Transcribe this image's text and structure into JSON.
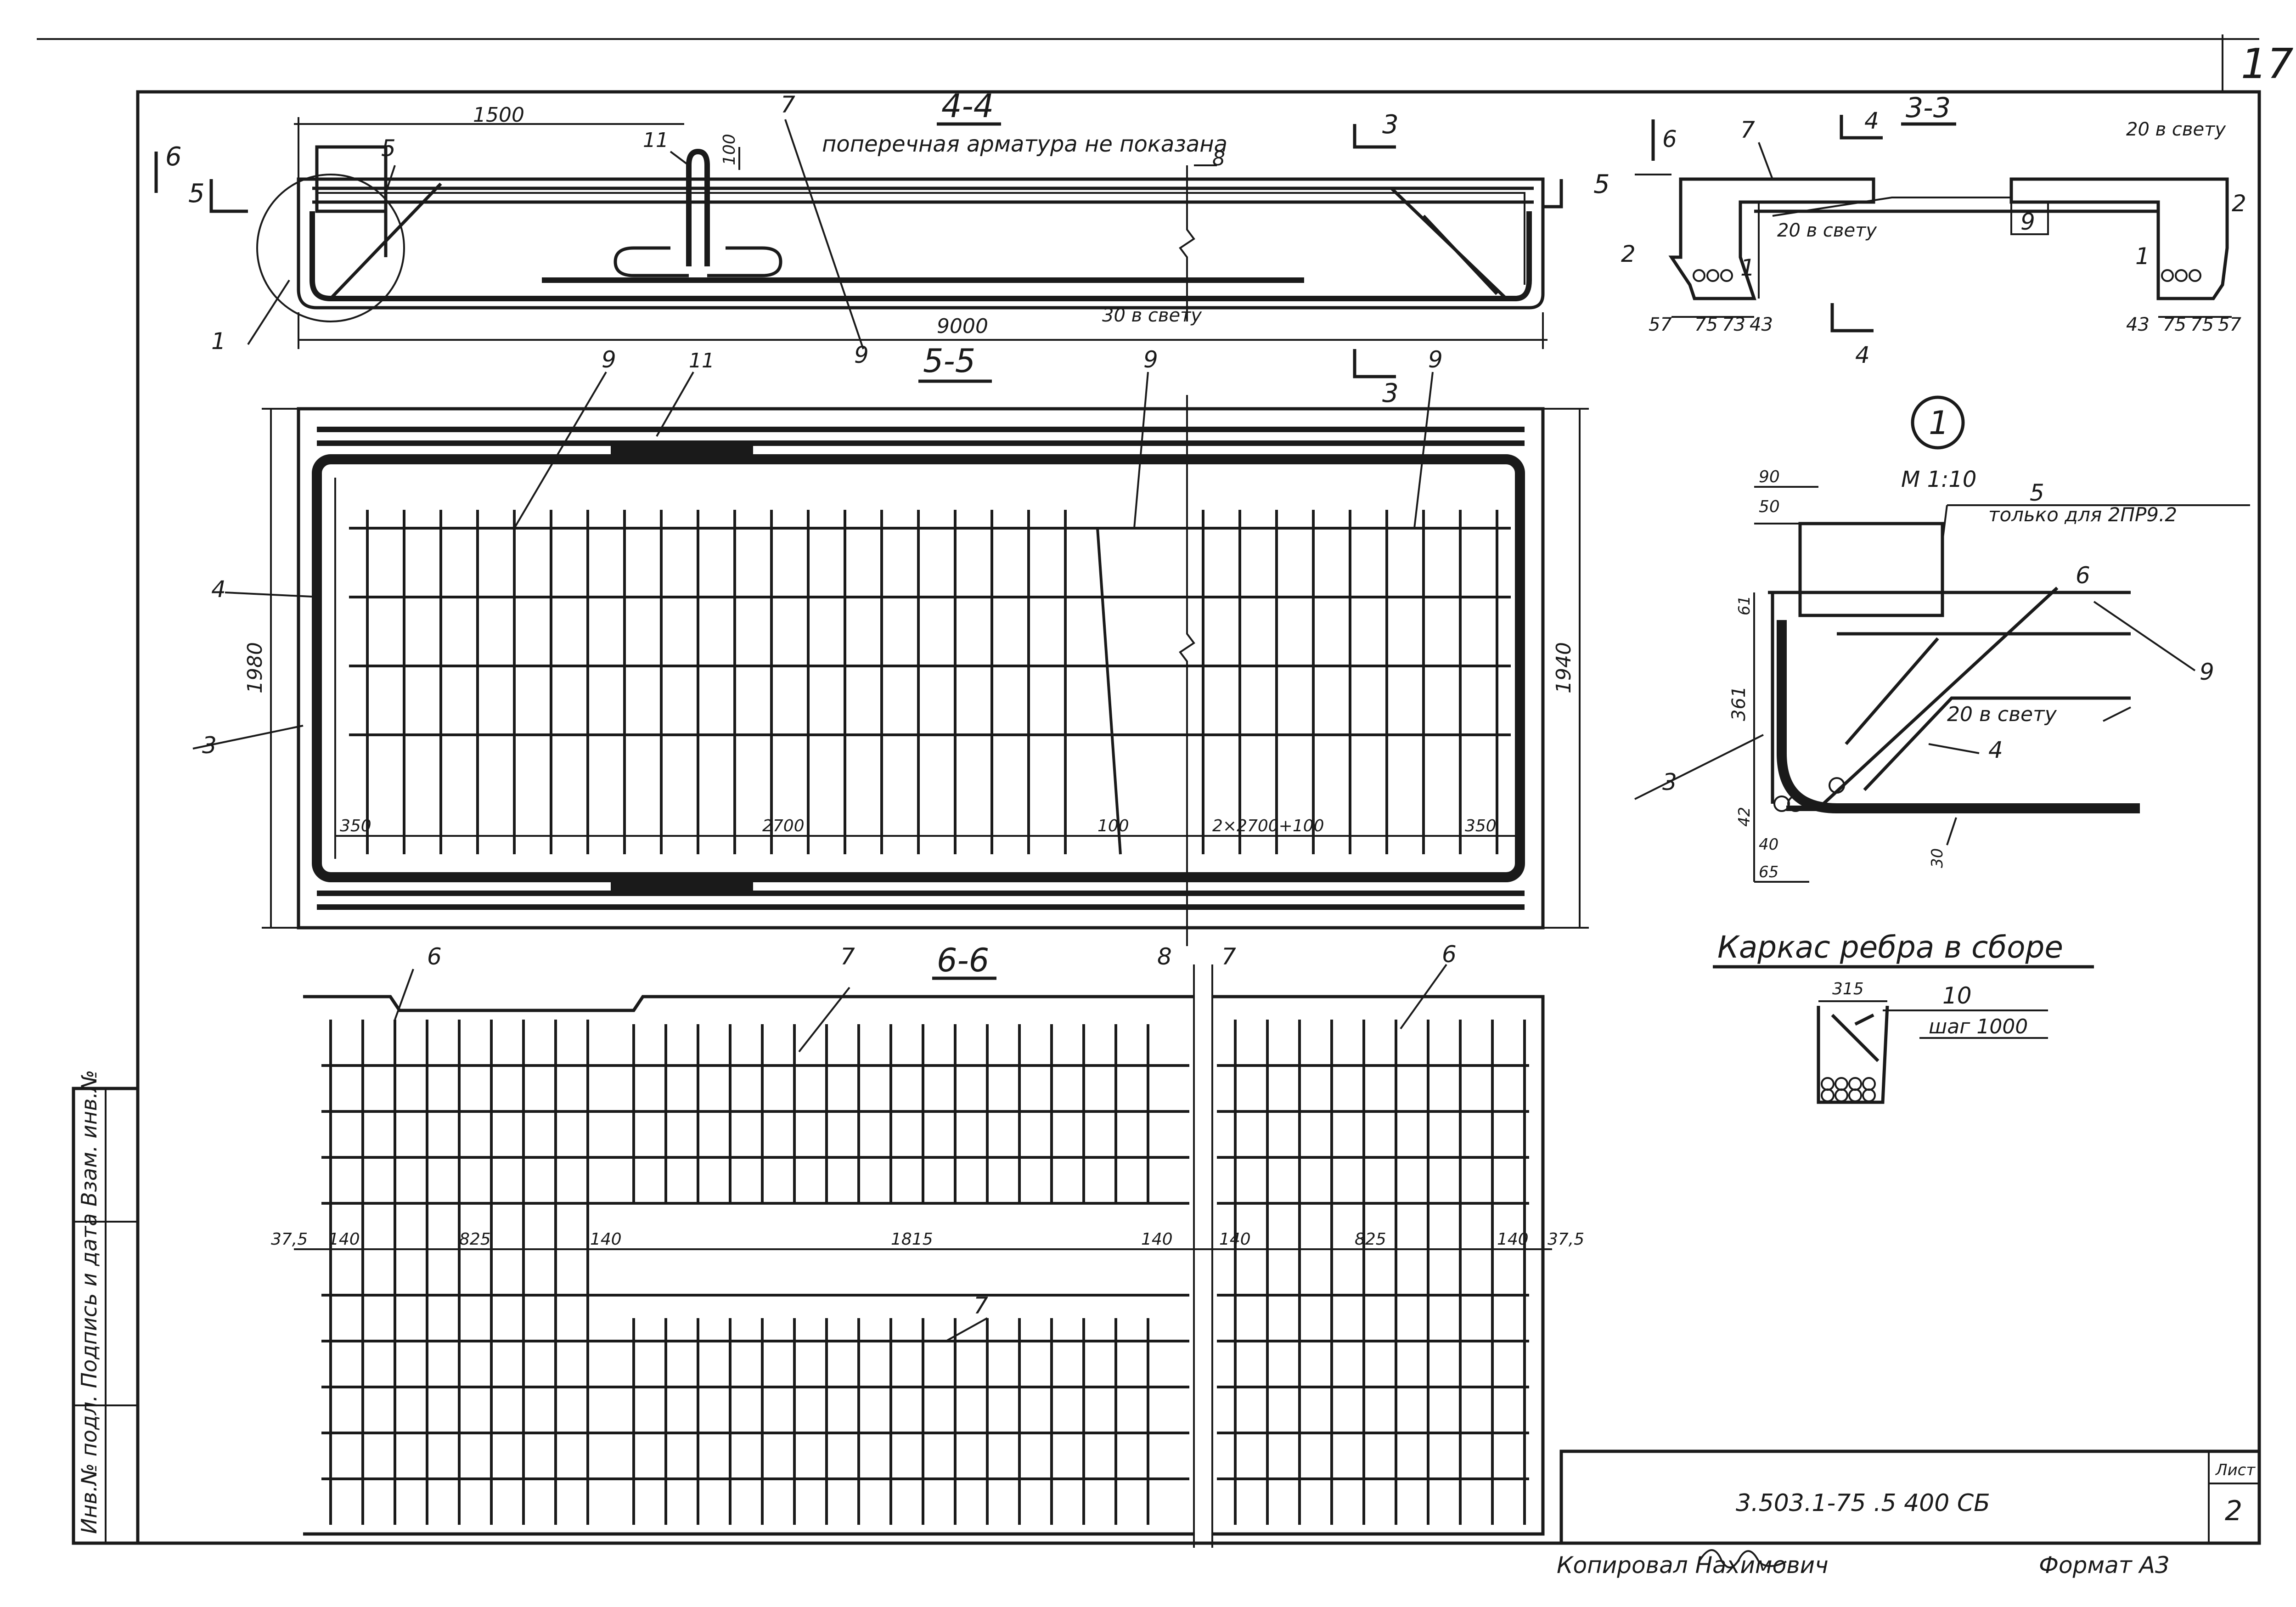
{
  "sheet": {
    "page_number": "17",
    "doc_code": "3.503.1-75 .5 400 СБ",
    "sheet_label": "Лист",
    "sheet_number": "2",
    "copied_by": "Копировал Нахимович",
    "format": "Формат А3",
    "side_stamp": "Инв.№ подл. Подпись и дата Взам. инв.№"
  },
  "section_44": {
    "title": "4-4",
    "note": "поперечная арматура не показана",
    "dim_1500": "1500",
    "dim_100": "100",
    "dim_9000": "9000",
    "note_30": "30 в свету",
    "cut_3": "3",
    "cut_5": "5",
    "cut_6": "6",
    "pos": {
      "p1": "1",
      "p5": "5",
      "p7": "7",
      "p8": "8",
      "p9": "9",
      "p11": "11"
    }
  },
  "section_33": {
    "title": "3-3",
    "cut_4": "4",
    "cut_6": "6",
    "note_20a": "20 в свету",
    "note_20b": "20 в свету",
    "dims_left": [
      "57",
      "75",
      "73",
      "43"
    ],
    "dims_right": [
      "43",
      "75",
      "75",
      "57"
    ],
    "pos": {
      "p1": "1",
      "p2": "2",
      "p7": "7",
      "p9": "9"
    }
  },
  "section_55": {
    "title": "5-5",
    "dim_1980": "1980",
    "dim_1940": "1940",
    "dim_350a": "350",
    "dim_2700": "2700",
    "dim_100": "100",
    "dim_2x2700": "2×2700+100",
    "dim_350b": "350",
    "pos": {
      "p3": "3",
      "p4": "4",
      "p9": "9",
      "p11": "11"
    }
  },
  "section_66": {
    "title": "6-6",
    "dims": [
      "37,5",
      "140",
      "825",
      "140",
      "1815",
      "140",
      "140",
      "825",
      "140",
      "37,5"
    ],
    "pos": {
      "p6": "6",
      "p7": "7",
      "p8": "8"
    }
  },
  "detail_1": {
    "marker": "1",
    "scale": "М 1:10",
    "note_only": "только для 2ПР9.2",
    "note_20": "20 в свету",
    "dims": {
      "d90": "90",
      "d50": "50",
      "d61": "61",
      "d361": "361",
      "d42": "42",
      "d40": "40",
      "d65": "65",
      "d30": "30"
    },
    "pos": {
      "p3": "3",
      "p4": "4",
      "p5": "5",
      "p6": "6",
      "p9": "9"
    }
  },
  "rib_cage": {
    "title": "Каркас ребра в сборе",
    "dim_315": "315",
    "pos_10": "10",
    "step": "шаг 1000"
  }
}
